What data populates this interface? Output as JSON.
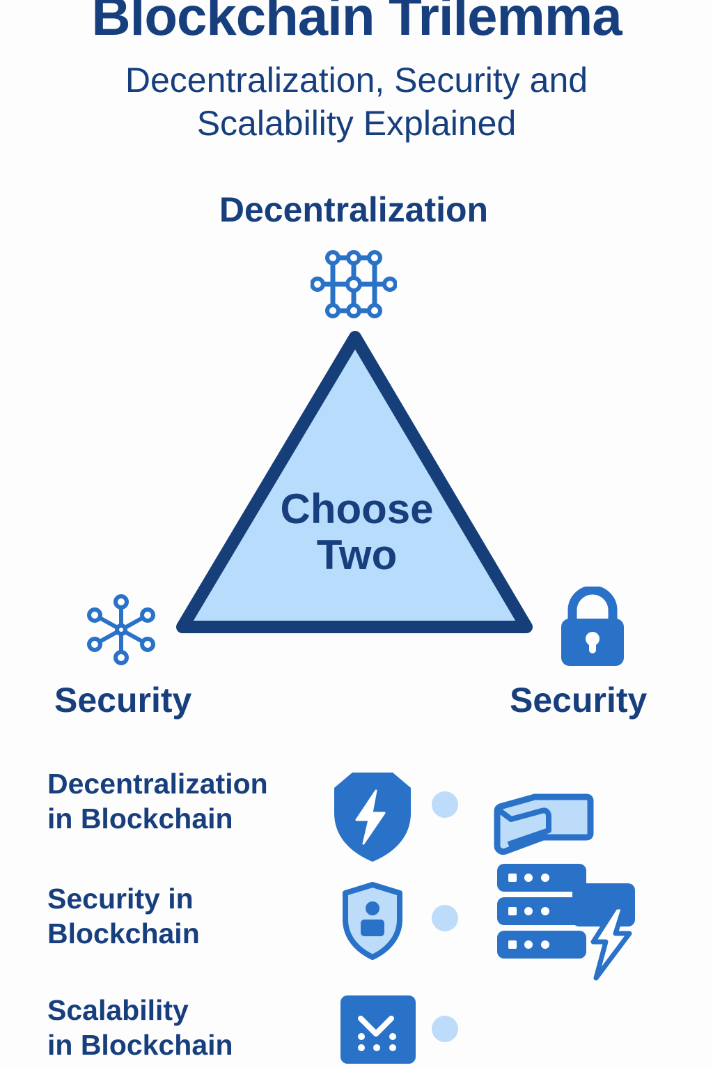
{
  "header": {
    "title": "Blockchain Trilemma",
    "subtitle_line1": "Decentralization, Security and",
    "subtitle_line2": "Scalability Explained"
  },
  "triangle": {
    "center_line1": "Choose",
    "center_line2": "Two",
    "fill_color": "#b8dcfb",
    "stroke_color": "#163f7a",
    "vertices": {
      "top": {
        "label": "Decentralization",
        "icon": "network-grid-icon"
      },
      "bottom_left": {
        "label": "Security",
        "icon": "hub-nodes-icon"
      },
      "bottom_right": {
        "label": "Security",
        "icon": "padlock-icon"
      }
    }
  },
  "rows": [
    {
      "line1": "Decentralization",
      "line2": "in Blockchain",
      "icon": "shield-lightning-icon"
    },
    {
      "line1": "Security in",
      "line2": "Blockchain",
      "icon": "shield-user-icon"
    },
    {
      "line1": "Scalability",
      "line2": "in Blockchain",
      "icon": "scalability-checkmark-icon"
    }
  ],
  "side_icons": [
    "folder-envelope-icon",
    "server-lightning-icon"
  ],
  "colors": {
    "primary_dark": "#173f7d",
    "icon_blue": "#2a72c7",
    "light_blue": "#bcdcfa",
    "background": "#fdfdfe"
  }
}
